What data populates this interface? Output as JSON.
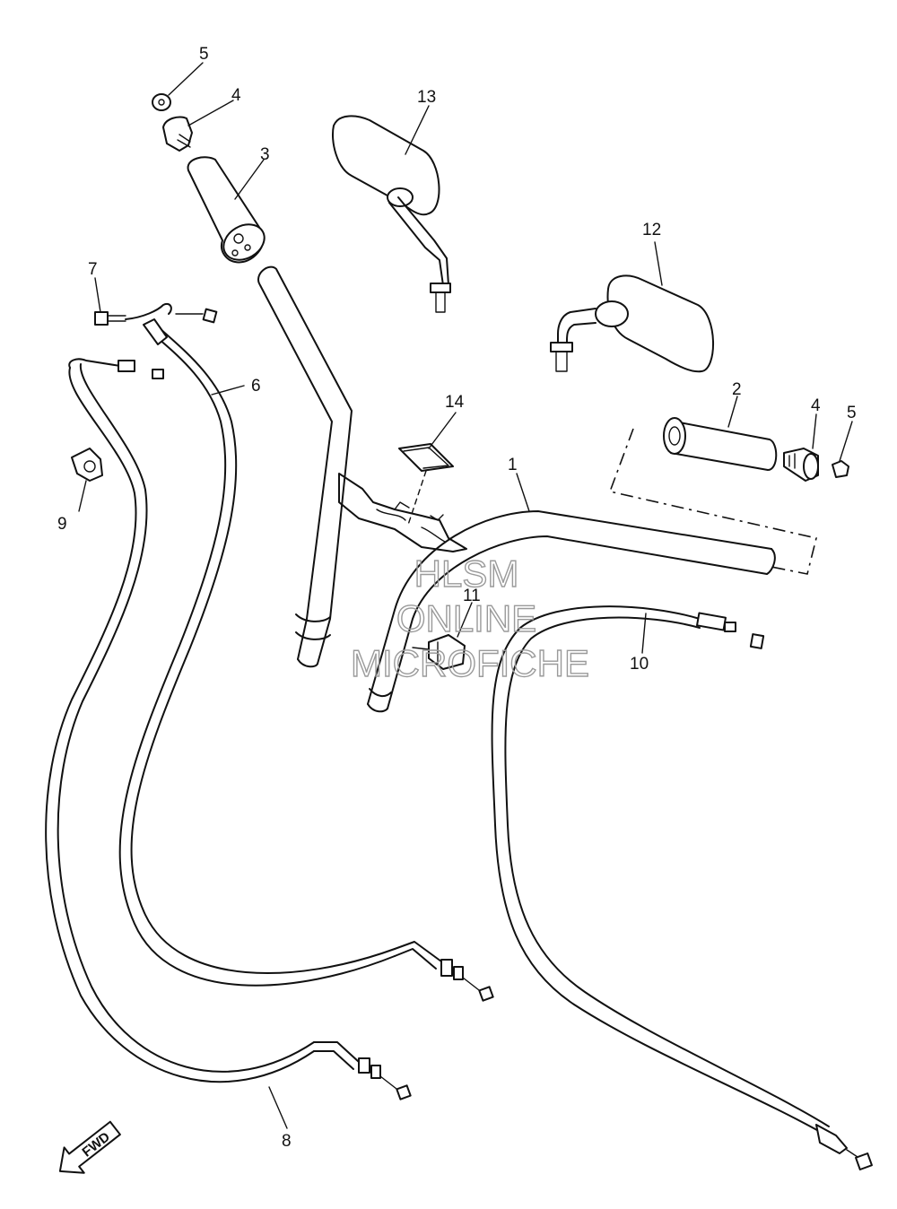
{
  "callouts": {
    "c1": "1",
    "c2": "2",
    "c3": "3",
    "c4a": "4",
    "c4b": "4",
    "c5a": "5",
    "c5b": "5",
    "c6": "6",
    "c7": "7",
    "c8": "8",
    "c9": "9",
    "c10": "10",
    "c11": "11",
    "c12": "12",
    "c13": "13",
    "c14": "14"
  },
  "watermark": {
    "line1": "HLSM",
    "line2": "ONLINE",
    "line3": "MICROFICHE"
  },
  "direction": {
    "label": "FWD",
    "icon": "fwd-arrow-icon"
  }
}
